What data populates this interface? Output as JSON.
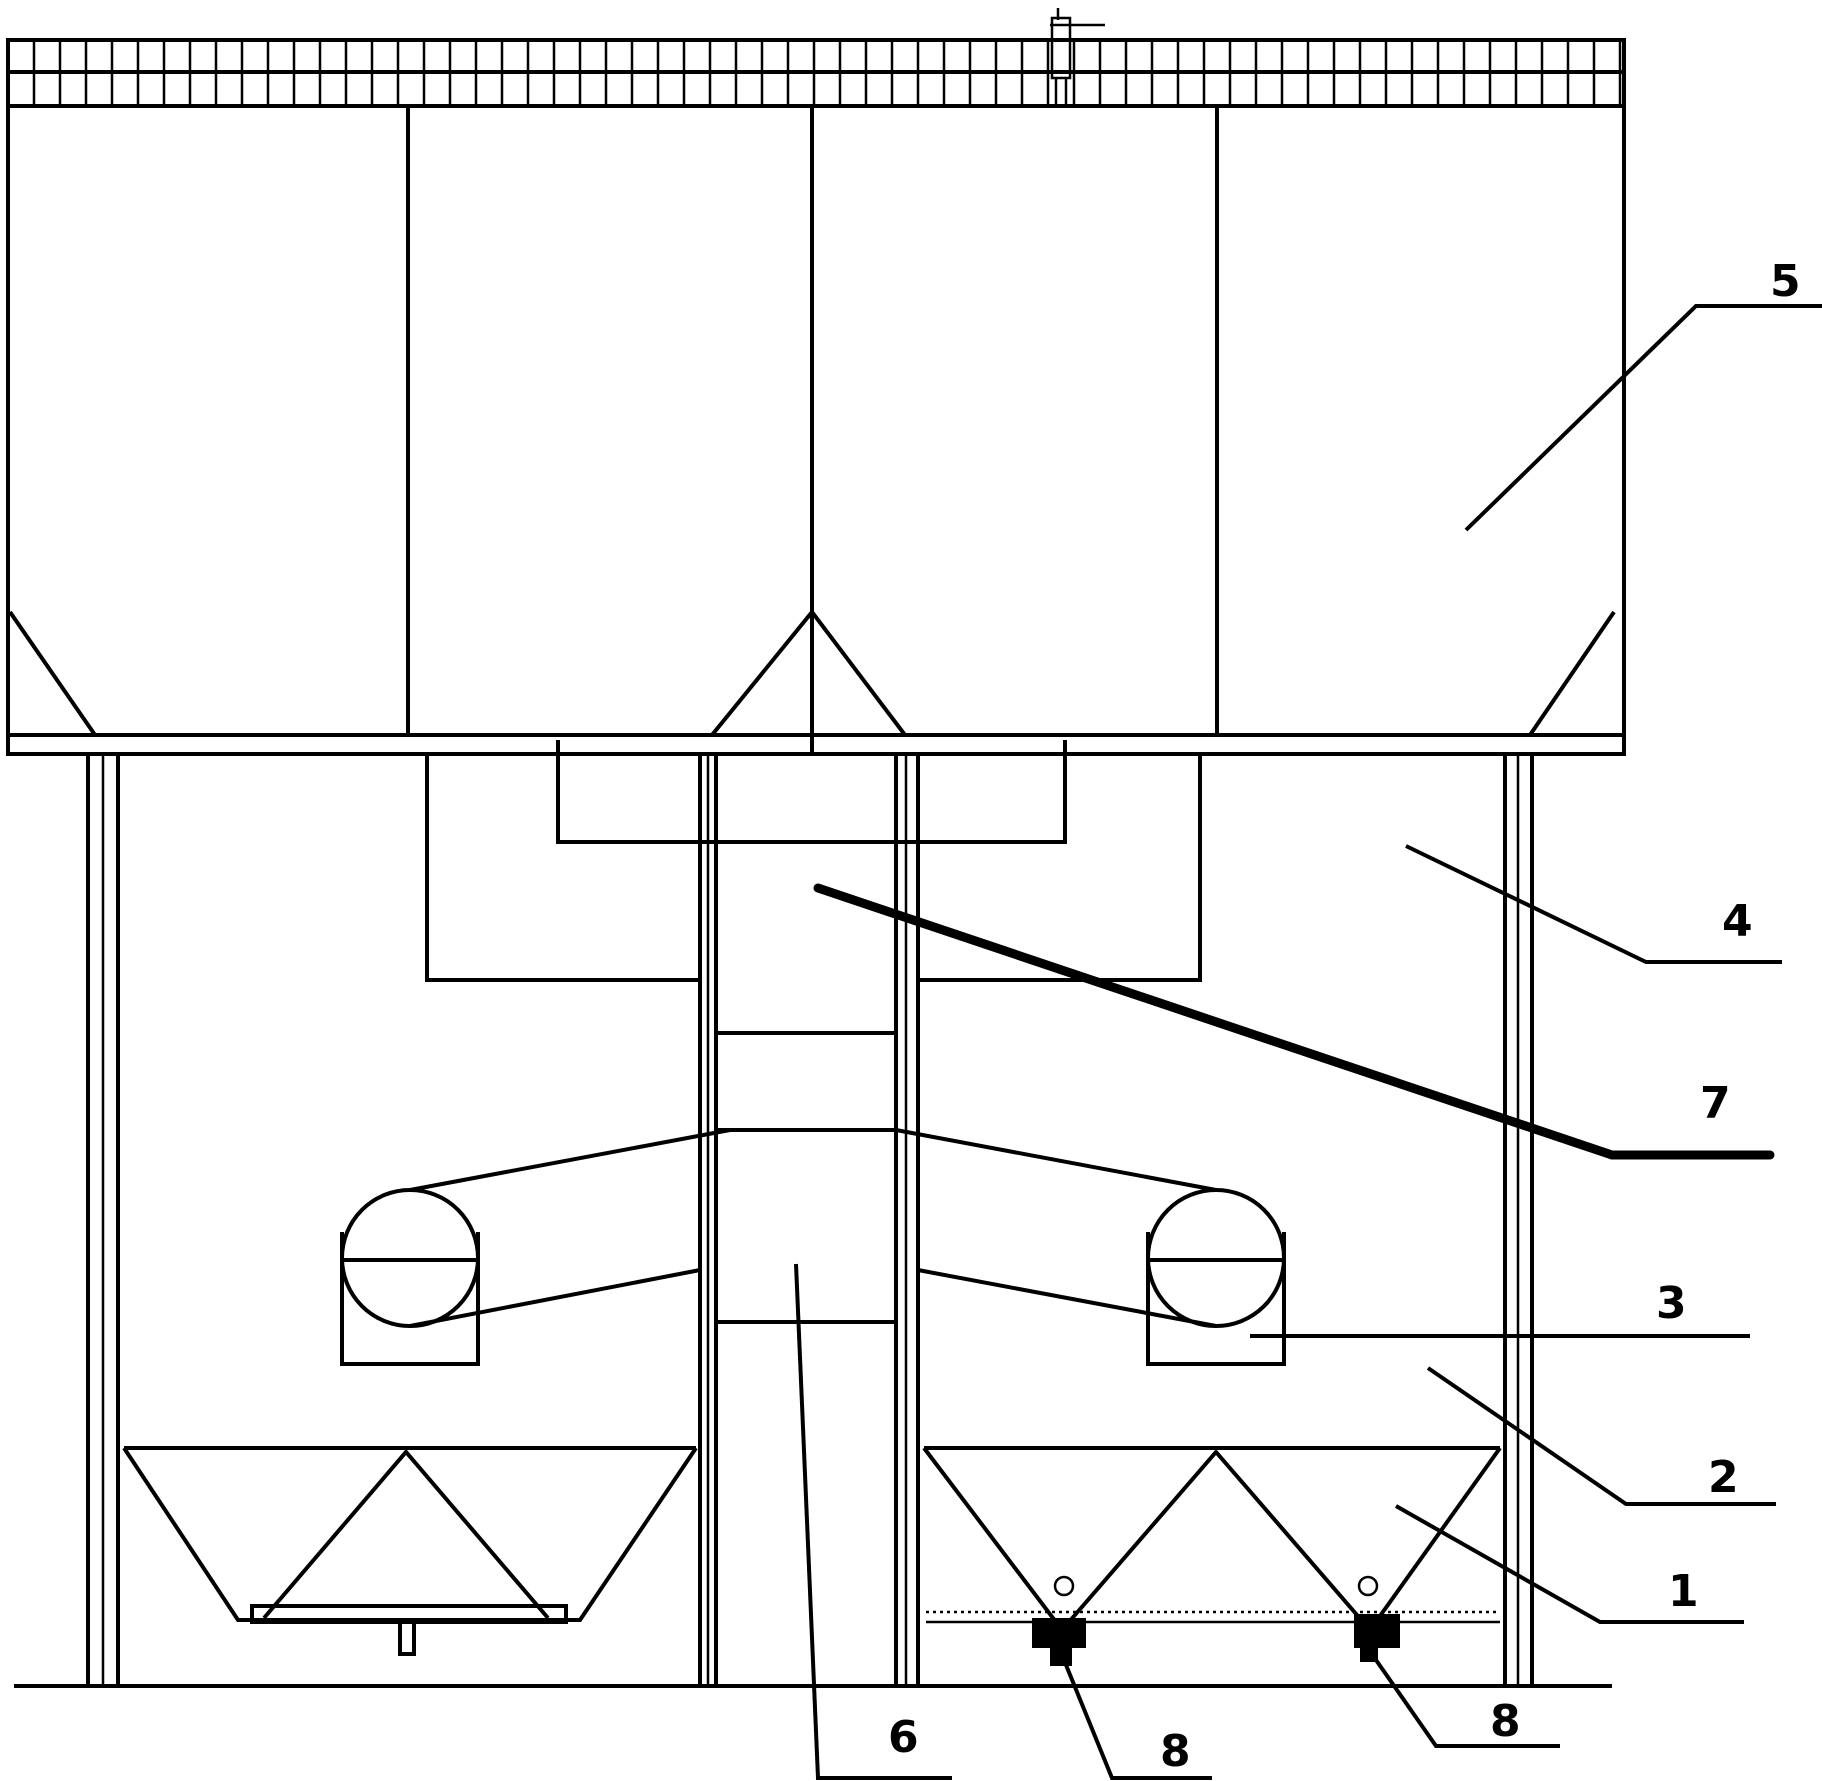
{
  "callouts": [
    {
      "id": "c5",
      "label": "5"
    },
    {
      "id": "c4",
      "label": "4"
    },
    {
      "id": "c7",
      "label": "7"
    },
    {
      "id": "c3",
      "label": "3"
    },
    {
      "id": "c2",
      "label": "2"
    },
    {
      "id": "c1",
      "label": "1"
    },
    {
      "id": "c6",
      "label": "6"
    },
    {
      "id": "c8a",
      "label": "8"
    },
    {
      "id": "c8b",
      "label": "8"
    }
  ]
}
